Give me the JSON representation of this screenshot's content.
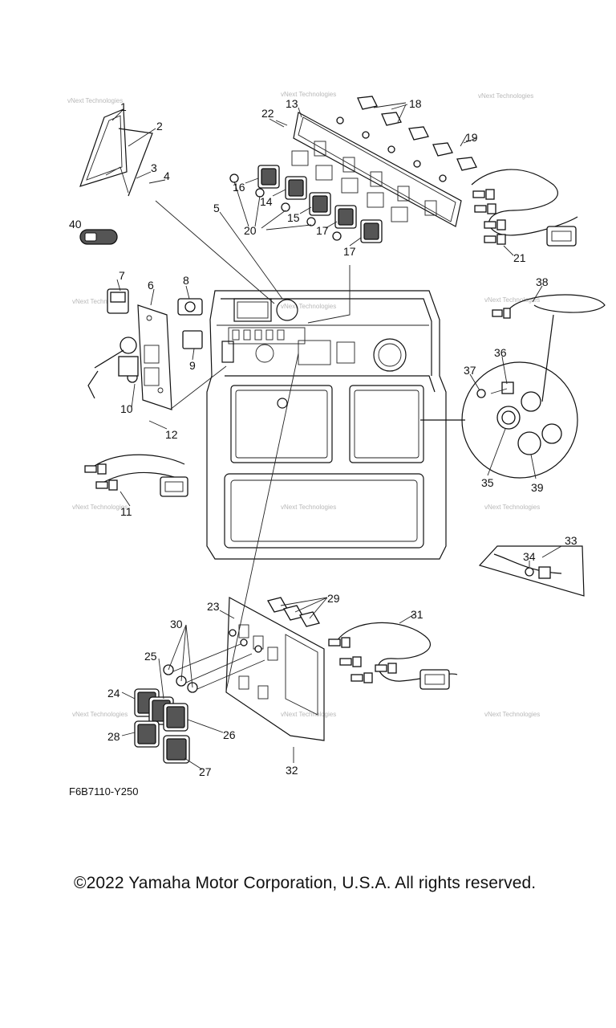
{
  "diagram": {
    "code": "F6B7110-Y250",
    "copyright": "©2022 Yamaha Motor Corporation, U.S.A. All rights reserved.",
    "watermark": "vNext Technologies",
    "callouts": [
      "1",
      "2",
      "3",
      "4",
      "5",
      "6",
      "7",
      "8",
      "9",
      "10",
      "11",
      "12",
      "13",
      "14",
      "15",
      "16",
      "17",
      "17",
      "18",
      "19",
      "20",
      "21",
      "22",
      "23",
      "24",
      "25",
      "26",
      "27",
      "28",
      "29",
      "30",
      "31",
      "32",
      "33",
      "34",
      "35",
      "36",
      "37",
      "38",
      "39",
      "40"
    ]
  }
}
